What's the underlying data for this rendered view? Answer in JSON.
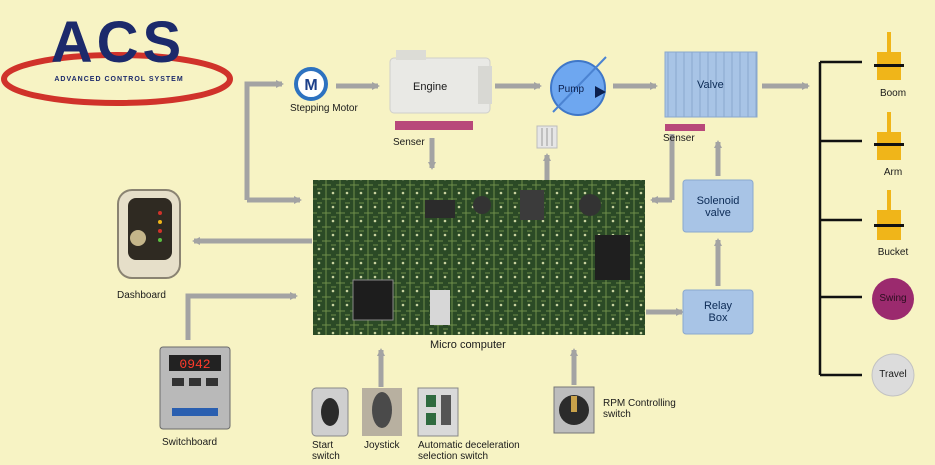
{
  "logo": {
    "text": "ACS",
    "subtitle": "ADVANCED CONTROL SYSTEM"
  },
  "nodes": {
    "stepping_motor": {
      "symbol": "M",
      "label": "Stepping\nMotor"
    },
    "engine": {
      "label": "Engine"
    },
    "engine_sensor": {
      "label": "Senser"
    },
    "pump": {
      "label": "Pump"
    },
    "valve": {
      "label": "Valve"
    },
    "valve_sensor": {
      "label": "Senser"
    },
    "solenoid_valve": {
      "label": "Solenoid\nvalve"
    },
    "relay_box": {
      "label": "Relay\nBox"
    },
    "micro_computer": {
      "label": "Micro computer"
    },
    "dashboard": {
      "label": "Dashboard"
    },
    "switchboard": {
      "label": "Switchboard",
      "display": "0942"
    },
    "start_switch": {
      "label": "Start\nswitch"
    },
    "joystick": {
      "label": "Joystick"
    },
    "auto_decel": {
      "label": "Automatic deceleration\nselection switch"
    },
    "rpm_switch": {
      "label": "RPM Controlling\nswitch"
    }
  },
  "actuators": [
    {
      "label": "Boom",
      "kind": "cylinder"
    },
    {
      "label": "Arm",
      "kind": "cylinder"
    },
    {
      "label": "Bucket",
      "kind": "cylinder"
    },
    {
      "label": "Swing",
      "kind": "circle",
      "color": "#9b2a6e"
    },
    {
      "label": "Travel",
      "kind": "circle",
      "color": "#dcdcdc"
    }
  ],
  "colors": {
    "background": "#f7f3c4",
    "arrow": "#a9a9a9",
    "box_blue": "#a8c4e6",
    "logo_navy": "#1c2a6b",
    "logo_red": "#d0322a",
    "cylinder": "#f0b519",
    "sensor": "#b8487a"
  }
}
